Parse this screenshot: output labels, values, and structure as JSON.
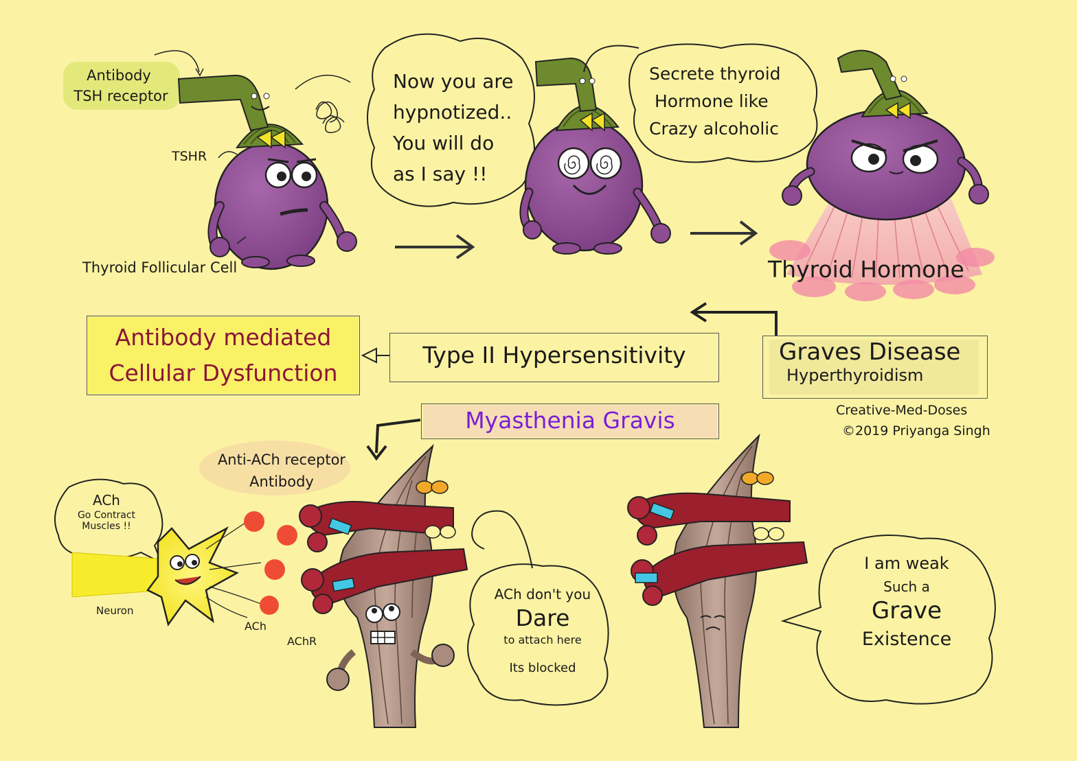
{
  "thyroid": {
    "label_antibody": "Antibody",
    "label_tsh_receptor": "TSH receptor",
    "label_tshr": "TSHR",
    "label_follicular_cell": "Thyroid Follicular Cell",
    "bubble_hypnotized": [
      "Now you are",
      "hypnotized..",
      "You will do",
      "as I say !!"
    ],
    "bubble_secrete": [
      "Secrete thyroid",
      "Hormone like",
      "Crazy  alcoholic"
    ],
    "hormone_label": "Thyroid Hormone"
  },
  "boxes": {
    "antibody_mediated": [
      "Antibody mediated",
      "Cellular Dysfunction"
    ],
    "type2": "Type II Hypersensitivity",
    "graves_title": "Graves Disease",
    "graves_sub": "Hyperthyroidism",
    "myasthenia": "Myasthenia Gravis"
  },
  "credit": [
    "Creative-Med-Doses",
    "©2019 Priyanga Singh"
  ],
  "muscle": {
    "label_anti_ach": [
      "Anti-ACh receptor",
      "Antibody"
    ],
    "bubble_ach": [
      "ACh",
      "Go Contract",
      "Muscles !!"
    ],
    "label_neuron": "Neuron",
    "label_ach": "ACh",
    "label_achr": "AChR",
    "bubble_dare": [
      "ACh don't you",
      "Dare",
      "to attach here",
      "Its blocked"
    ],
    "bubble_weak": [
      "I am weak",
      "Such a",
      "Grave",
      "Existence"
    ]
  },
  "colors": {
    "background": "#fbf3a3",
    "cell_purple": "#8e4c92",
    "receptor_green": "#6e8a2e",
    "hormone_pink": "#f49bb0",
    "antibody_red": "#9b1f2d",
    "neuron_yellow": "#f7ec2b",
    "title_maroon": "#8a1538",
    "myasthenia_violet": "#7a1fd6"
  }
}
